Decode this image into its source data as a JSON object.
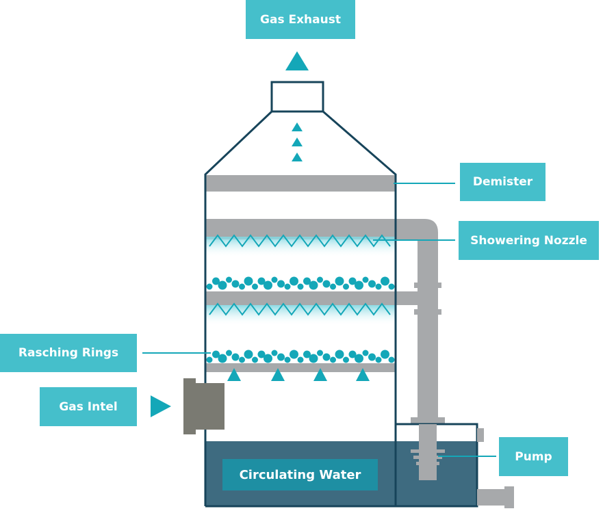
{
  "labels": {
    "gas_exhaust": "Gas Exhaust",
    "demister": "Demister",
    "showering_nozzle": "Showering Nozzle",
    "rasching_rings": "Rasching Rings",
    "gas_inlet": "Gas Intel",
    "pump": "Pump",
    "circulating_water": "Circulating Water"
  },
  "colors": {
    "label_background": "#45bfcb",
    "label_text": "#ffffff",
    "tower_outline": "#17445a",
    "pipe_gray": "#a7a9ab",
    "accent_teal": "#14a7b8",
    "water": "#3e6b80",
    "inlet_box": "#7a7a72"
  }
}
